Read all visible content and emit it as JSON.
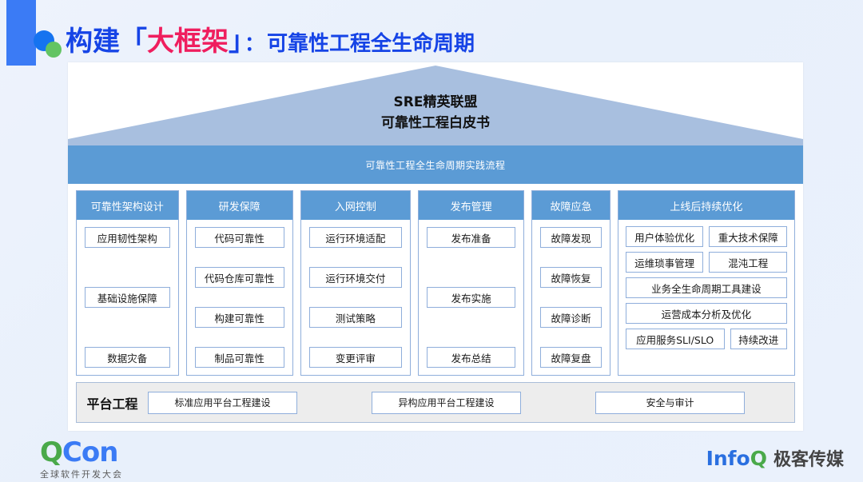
{
  "slide": {
    "title": {
      "prefix": "构建",
      "bracket_open": "「",
      "highlight": "大框架",
      "bracket_close": "」",
      "colon": "：",
      "subtitle": "可靠性工程全生命周期"
    },
    "colors": {
      "title_blue": "#1644e6",
      "title_pink": "#ef1e5e",
      "band_blue": "#5b9bd5",
      "roof_blue": "#a8bfdf",
      "cell_border": "#8faedb",
      "platform_bg": "#ededed"
    }
  },
  "diagram": {
    "roof_title_line1": "SRE精英联盟",
    "roof_title_line2": "可靠性工程白皮书",
    "band_label": "可靠性工程全生命周期实践流程",
    "columns": [
      {
        "header": "可靠性架构设计",
        "items": [
          "应用韧性架构",
          "基础设施保障",
          "数据灾备"
        ]
      },
      {
        "header": "研发保障",
        "items": [
          "代码可靠性",
          "代码仓库可靠性",
          "构建可靠性",
          "制品可靠性"
        ]
      },
      {
        "header": "入网控制",
        "items": [
          "运行环境适配",
          "运行环境交付",
          "测试策略",
          "变更评审"
        ]
      },
      {
        "header": "发布管理",
        "items": [
          "发布准备",
          "发布实施",
          "发布总结"
        ]
      },
      {
        "header": "故障应急",
        "items": [
          "故障发现",
          "故障恢复",
          "故障诊断",
          "故障复盘"
        ]
      },
      {
        "header": "上线后持续优化",
        "rows": [
          {
            "type": "pair",
            "items": [
              "用户体验优化",
              "重大技术保障"
            ]
          },
          {
            "type": "pair",
            "items": [
              "运维琐事管理",
              "混沌工程"
            ]
          },
          {
            "type": "full",
            "items": [
              "业务全生命周期工具建设"
            ]
          },
          {
            "type": "full",
            "items": [
              "运营成本分析及优化"
            ]
          },
          {
            "type": "split",
            "items": [
              "应用服务SLI/SLO",
              "持续改进"
            ]
          }
        ]
      }
    ],
    "platform": {
      "label": "平台工程",
      "items": [
        "标准应用平台工程建设",
        "异构应用平台工程建设",
        "安全与审计"
      ]
    }
  },
  "footer": {
    "qcon": {
      "logo_q": "Q",
      "logo_con": "Con",
      "tagline": "全球软件开发大会"
    },
    "infoq": {
      "logo_info": "Info",
      "logo_q": "Q",
      "cn": "极客传媒"
    }
  }
}
